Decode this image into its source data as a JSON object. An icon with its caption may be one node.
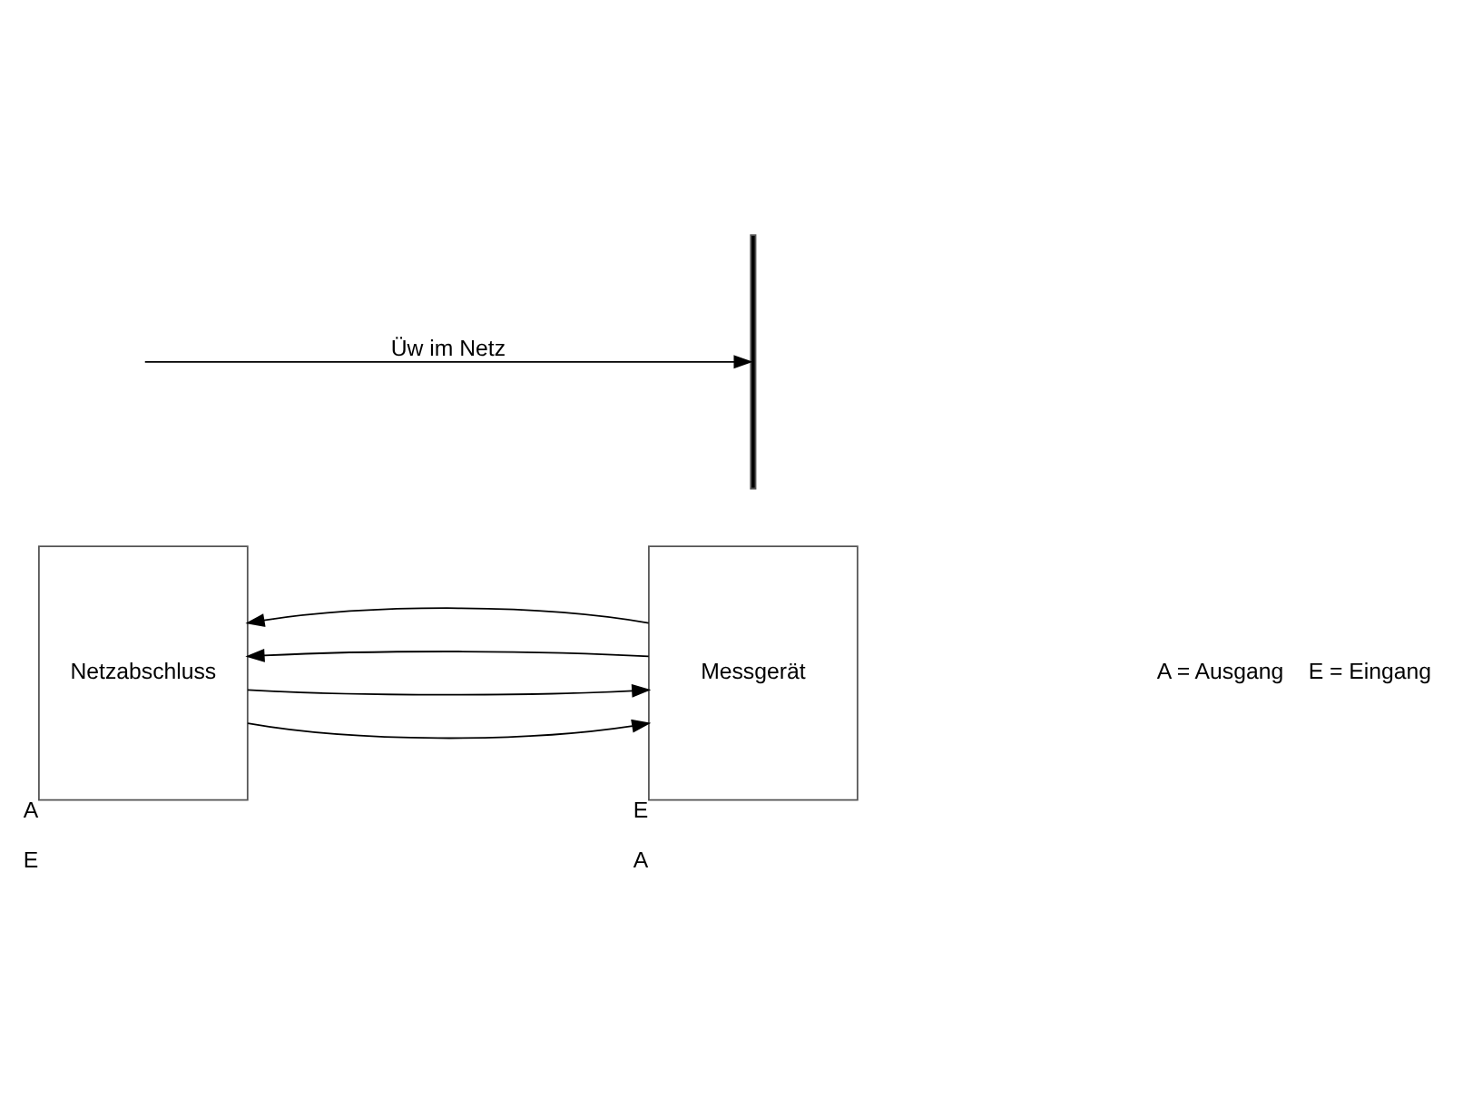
{
  "diagram": {
    "nodes": [
      {
        "text": [
          "Netzabschluss"
        ],
        "beside": [
          "A",
          "E"
        ]
      },
      {
        "text": [
          "Messgerät"
        ],
        "beside": [
          "E",
          "A"
        ]
      },
      {
        "text": [],
        "shape": "bar"
      }
    ],
    "edges": [
      {
        "from": 0,
        "to": 1,
        "arrow": "to"
      },
      {
        "from": 0,
        "to": 1,
        "arrow": "to"
      },
      {
        "from": 1,
        "to": 0,
        "arrow": "to"
      },
      {
        "from": 1,
        "to": 0,
        "arrow": "to"
      },
      {
        "from": null,
        "to": 2,
        "arrow": "to",
        "label": "Üw im Netz"
      }
    ],
    "labels": [
      "A = Ausgang",
      "E = Eingang"
    ]
  }
}
